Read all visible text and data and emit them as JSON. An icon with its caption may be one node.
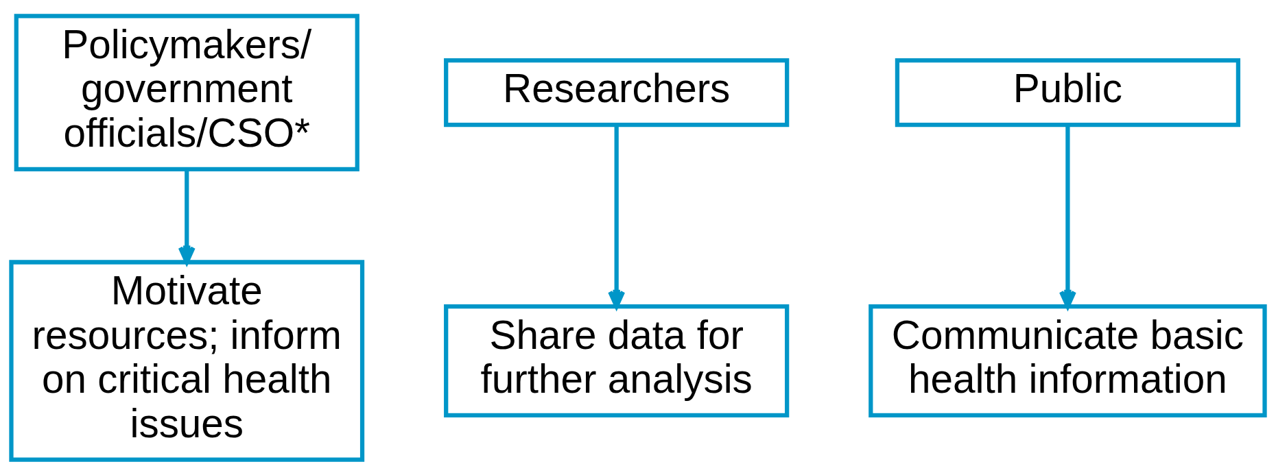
{
  "diagram": {
    "nodes": [
      {
        "text": [
          "Policymakers/ government officials/CSO*"
        ]
      },
      {
        "text": [
          "Motivate resources; inform on critical health issues"
        ]
      },
      {
        "text": [
          "Researchers"
        ]
      },
      {
        "text": [
          "Share data for further analysis"
        ]
      },
      {
        "text": [
          "Public"
        ]
      },
      {
        "text": [
          "Communicate basic health information"
        ]
      }
    ],
    "edges": [
      {
        "from": 0,
        "to": 1,
        "arrow": "to"
      },
      {
        "from": 2,
        "to": 3,
        "arrow": "to"
      },
      {
        "from": 4,
        "to": 5,
        "arrow": "to"
      }
    ]
  }
}
